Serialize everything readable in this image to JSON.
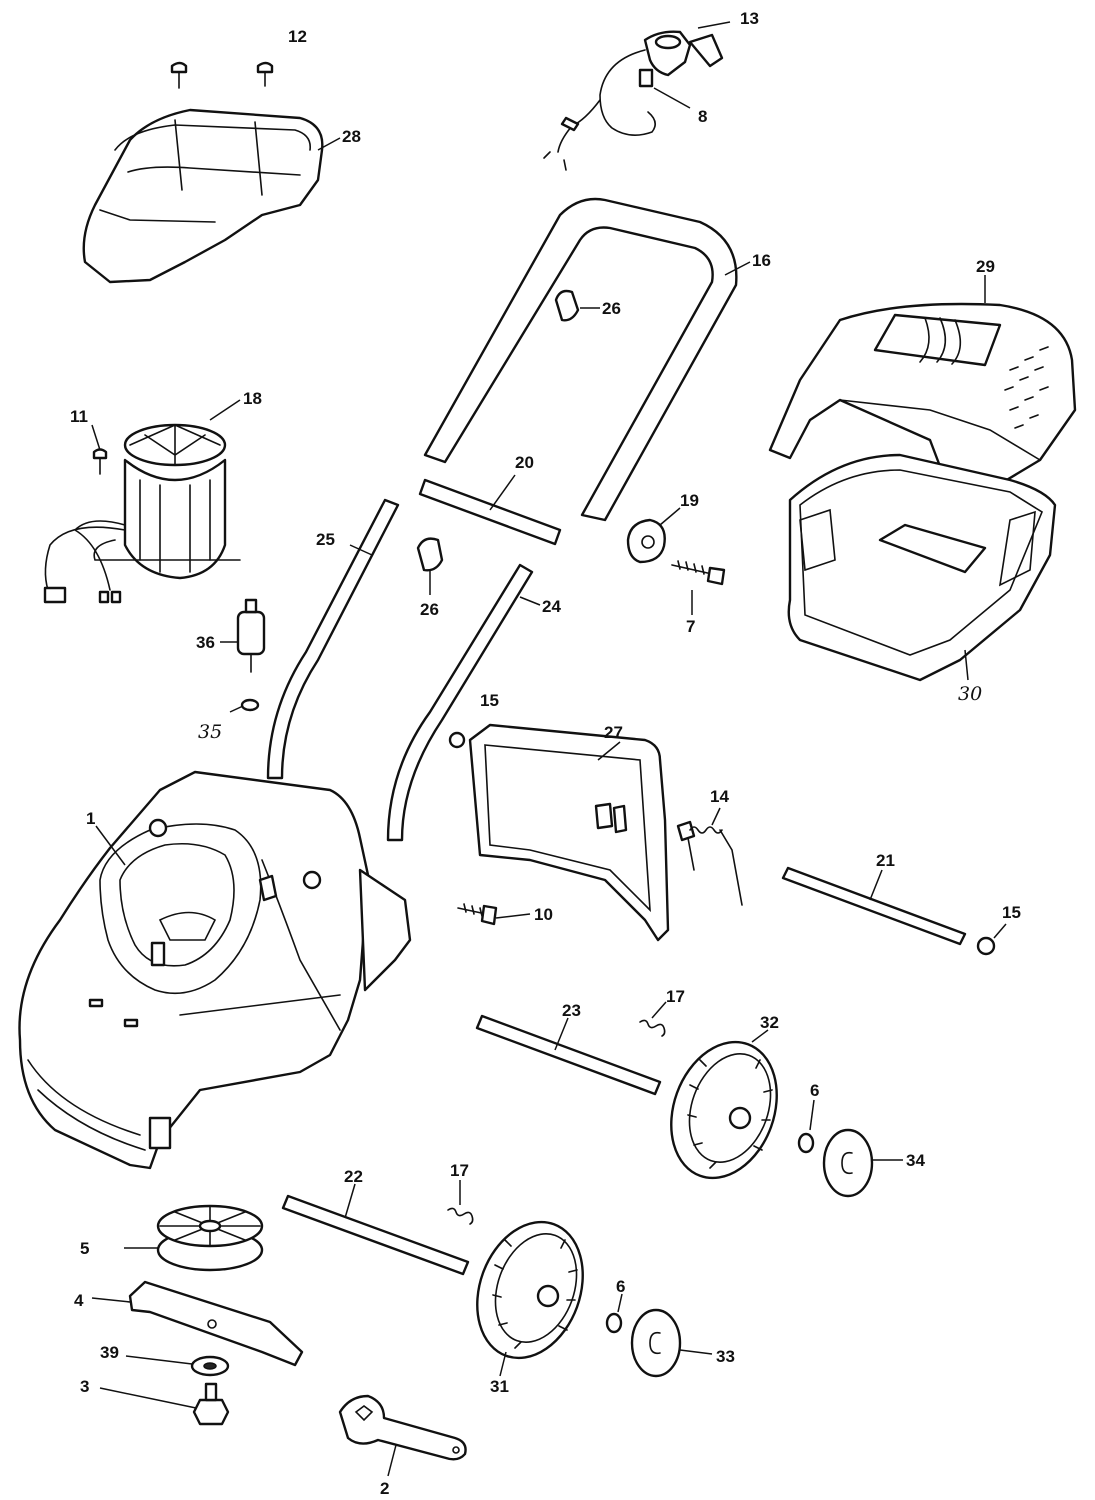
{
  "labels": {
    "p1": "1",
    "p2": "2",
    "p3": "3",
    "p4": "4",
    "p5": "5",
    "p6a": "6",
    "p6b": "6",
    "p7": "7",
    "p8": "8",
    "p10": "10",
    "p11": "11",
    "p12": "12",
    "p13": "13",
    "p14": "14",
    "p15a": "15",
    "p15b": "15",
    "p16": "16",
    "p17a": "17",
    "p17b": "17",
    "p18": "18",
    "p19": "19",
    "p20": "20",
    "p21": "21",
    "p22": "22",
    "p23": "23",
    "p24": "24",
    "p25": "25",
    "p26a": "26",
    "p26b": "26",
    "p27": "27",
    "p28": "28",
    "p29": "29",
    "p30": "30",
    "p31": "31",
    "p32": "32",
    "p33": "33",
    "p34": "34",
    "p35": "35",
    "p36": "36",
    "p39": "39"
  }
}
